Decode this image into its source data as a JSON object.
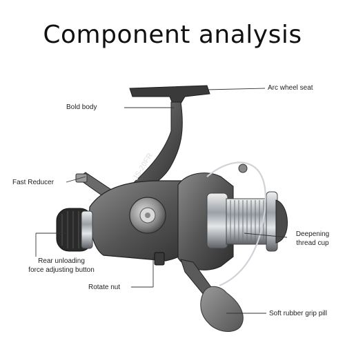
{
  "title": "Component analysis",
  "labels": {
    "arc_wheel_seat": "Arc wheel seat",
    "bold_body": "Bold body",
    "fast_reducer": "Fast Reducer",
    "rear_unloading_1": "Rear unloading",
    "rear_unloading_2": "force adjusting button",
    "rotate_nut": "Rotate nut",
    "deepening_1": "Deepening",
    "deepening_2": "thread cup",
    "soft_rubber": "Soft rubber grip pill"
  },
  "product": {
    "model_mark": "JS-20FR"
  },
  "colors": {
    "body": "#5a5a5a",
    "chrome": "#b9bcc0",
    "dark": "#2b2b2b",
    "rubber": "#7a7a7a",
    "leader": "#333333"
  }
}
